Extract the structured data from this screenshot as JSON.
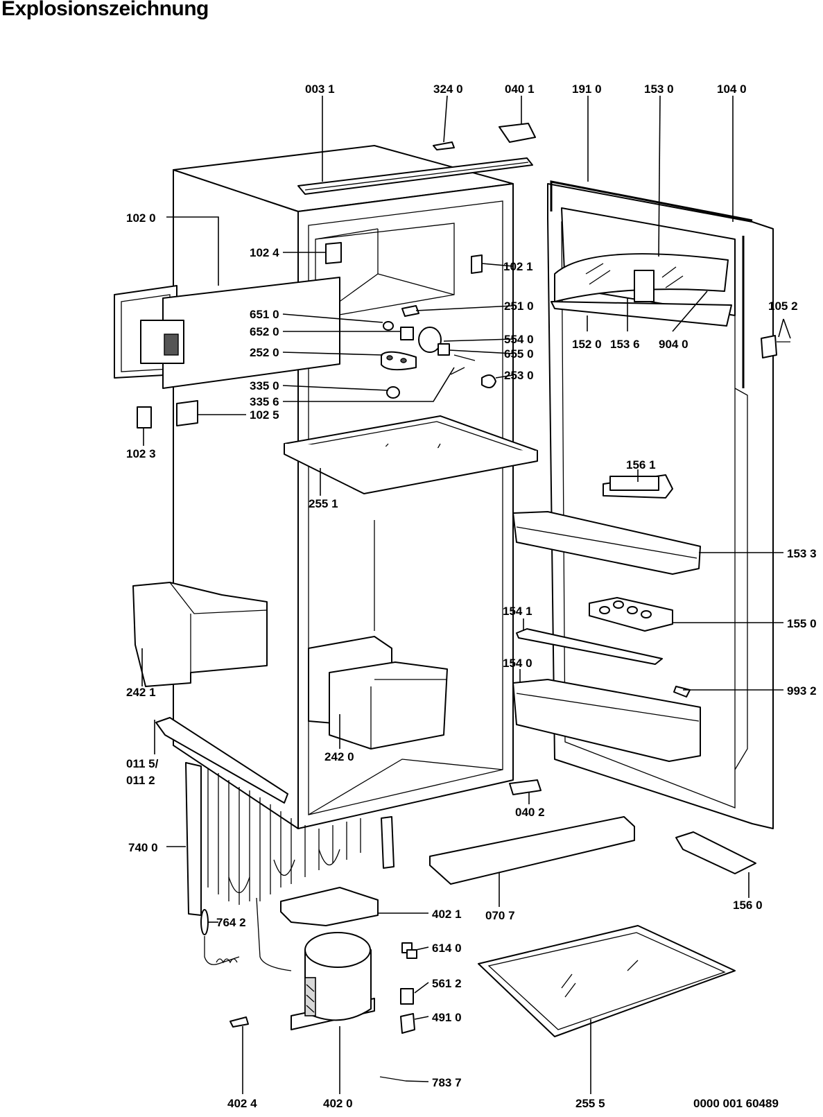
{
  "title": "Explosionszeichnung",
  "doc_number": "0000 001 60489",
  "labels": {
    "p0031": "003 1",
    "p3240": "324 0",
    "p0401": "040 1",
    "p1910": "191 0",
    "p1530": "153 0",
    "p1040": "104 0",
    "p1020": "102 0",
    "p1024": "102 4",
    "p1021": "102 1",
    "p6510": "651 0",
    "p6520": "652 0",
    "p2520": "252 0",
    "p2510": "251 0",
    "p5540": "554 0",
    "p6550": "655 0",
    "p2530": "253 0",
    "p3350": "335 0",
    "p3356": "335 6",
    "p1025": "102 5",
    "p1023": "102 3",
    "p1520": "152 0",
    "p1536": "153 6",
    "p9040": "904 0",
    "p1052": "105 2",
    "p2551": "255 1",
    "p1561": "156 1",
    "p1533": "153 3",
    "p1541": "154 1",
    "p1550": "155 0",
    "p1540": "154 0",
    "p9932": "993 2",
    "p2421": "242 1",
    "p2420": "242 0",
    "p0115": "011 5/",
    "p0112": "011 2",
    "p0402": "040 2",
    "p7400": "740 0",
    "p1560": "156 0",
    "p4021": "402 1",
    "p0707": "070 7",
    "p7642": "764 2",
    "p6140": "614 0",
    "p5612": "561 2",
    "p4910": "491 0",
    "p7837": "783 7",
    "p4024": "402 4",
    "p4020": "402 0",
    "p2555": "255 5"
  }
}
